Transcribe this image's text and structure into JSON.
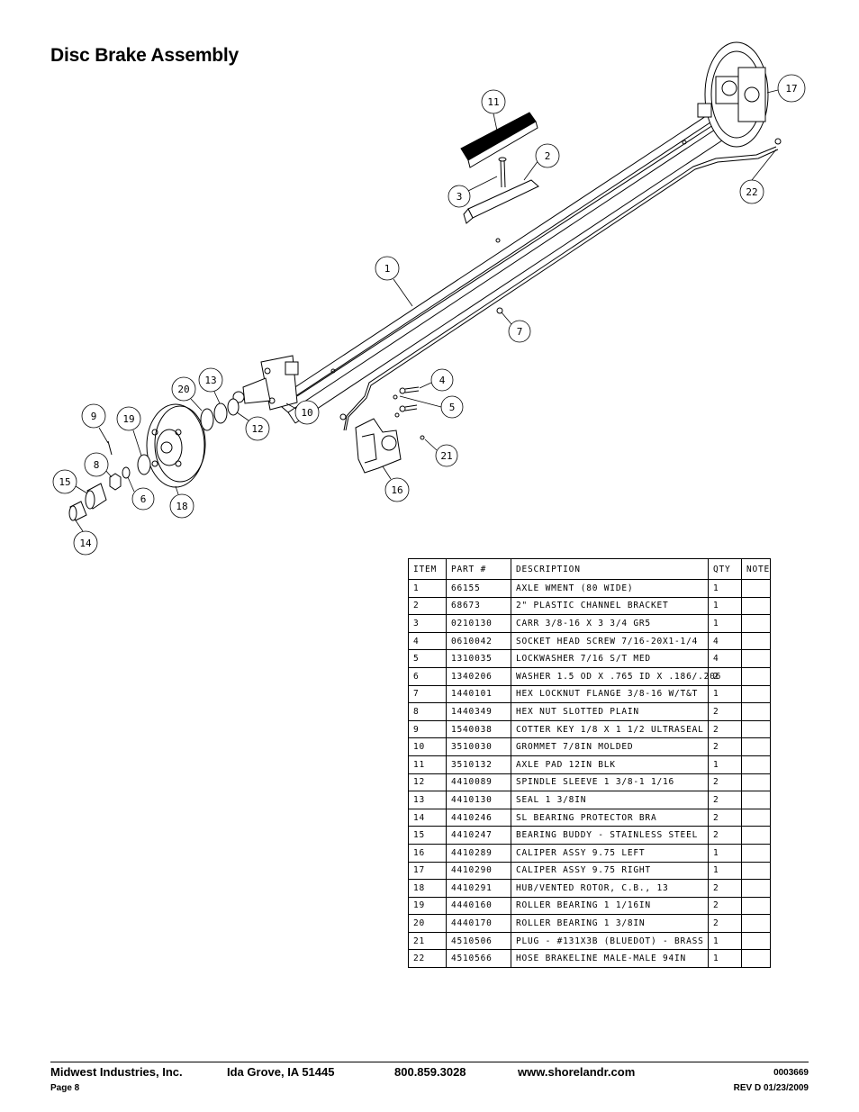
{
  "title": "Disc Brake Assembly",
  "diagram": {
    "callouts": [
      "1",
      "2",
      "3",
      "4",
      "5",
      "6",
      "7",
      "8",
      "9",
      "10",
      "11",
      "12",
      "13",
      "14",
      "15",
      "16",
      "17",
      "18",
      "19",
      "20",
      "21",
      "22"
    ]
  },
  "table": {
    "headers": [
      "ITEM",
      "PART #",
      "DESCRIPTION",
      "QTY",
      "NOTE"
    ],
    "rows": [
      {
        "item": "1",
        "part": "66155",
        "desc": "AXLE WMENT (80 WIDE)",
        "qty": "1",
        "note": ""
      },
      {
        "item": "2",
        "part": "68673",
        "desc": "2\" PLASTIC CHANNEL BRACKET",
        "qty": "1",
        "note": ""
      },
      {
        "item": "3",
        "part": "0210130",
        "desc": "CARR 3/8-16 X 3 3/4 GR5",
        "qty": "1",
        "note": ""
      },
      {
        "item": "4",
        "part": "0610042",
        "desc": "SOCKET HEAD SCREW 7/16-20X1-1/4",
        "qty": "4",
        "note": ""
      },
      {
        "item": "5",
        "part": "1310035",
        "desc": "LOCKWASHER 7/16 S/T MED",
        "qty": "4",
        "note": ""
      },
      {
        "item": "6",
        "part": "1340206",
        "desc": "WASHER 1.5 OD X .765 ID X .186/.206",
        "qty": "2",
        "note": ""
      },
      {
        "item": "7",
        "part": "1440101",
        "desc": "HEX LOCKNUT FLANGE 3/8-16 W/T&T",
        "qty": "1",
        "note": ""
      },
      {
        "item": "8",
        "part": "1440349",
        "desc": "HEX NUT SLOTTED PLAIN",
        "qty": "2",
        "note": ""
      },
      {
        "item": "9",
        "part": "1540038",
        "desc": "COTTER KEY 1/8 X 1 1/2 ULTRASEAL",
        "qty": "2",
        "note": ""
      },
      {
        "item": "10",
        "part": "3510030",
        "desc": "GROMMET  7/8IN MOLDED",
        "qty": "2",
        "note": ""
      },
      {
        "item": "11",
        "part": "3510132",
        "desc": "AXLE PAD 12IN  BLK",
        "qty": "1",
        "note": ""
      },
      {
        "item": "12",
        "part": "4410089",
        "desc": "SPINDLE SLEEVE  1 3/8-1 1/16",
        "qty": "2",
        "note": ""
      },
      {
        "item": "13",
        "part": "4410130",
        "desc": "SEAL  1 3/8IN",
        "qty": "2",
        "note": ""
      },
      {
        "item": "14",
        "part": "4410246",
        "desc": "SL BEARING PROTECTOR BRA",
        "qty": "2",
        "note": ""
      },
      {
        "item": "15",
        "part": "4410247",
        "desc": "BEARING BUDDY - STAINLESS STEEL",
        "qty": "2",
        "note": ""
      },
      {
        "item": "16",
        "part": "4410289",
        "desc": "CALIPER ASSY 9.75 LEFT",
        "qty": "1",
        "note": ""
      },
      {
        "item": "17",
        "part": "4410290",
        "desc": "CALIPER ASSY 9.75 RIGHT",
        "qty": "1",
        "note": ""
      },
      {
        "item": "18",
        "part": "4410291",
        "desc": "HUB/VENTED ROTOR, C.B.,  13",
        "qty": "2",
        "note": ""
      },
      {
        "item": "19",
        "part": "4440160",
        "desc": "ROLLER BEARING   1 1/16IN",
        "qty": "2",
        "note": ""
      },
      {
        "item": "20",
        "part": "4440170",
        "desc": "ROLLER BEARING   1 3/8IN",
        "qty": "2",
        "note": ""
      },
      {
        "item": "21",
        "part": "4510506",
        "desc": "PLUG - #131X3B (BLUEDOT) - BRASS",
        "qty": "1",
        "note": ""
      },
      {
        "item": "22",
        "part": "4510566",
        "desc": "HOSE BRAKELINE MALE-MALE 94IN",
        "qty": "1",
        "note": ""
      }
    ]
  },
  "footer": {
    "company": "Midwest Industries, Inc.",
    "location": "Ida Grove, IA  51445",
    "phone": "800.859.3028",
    "website": "www.shorelandr.com",
    "doc_number": "0003669",
    "page": "Page 8",
    "revision": "REV D   01/23/2009"
  }
}
